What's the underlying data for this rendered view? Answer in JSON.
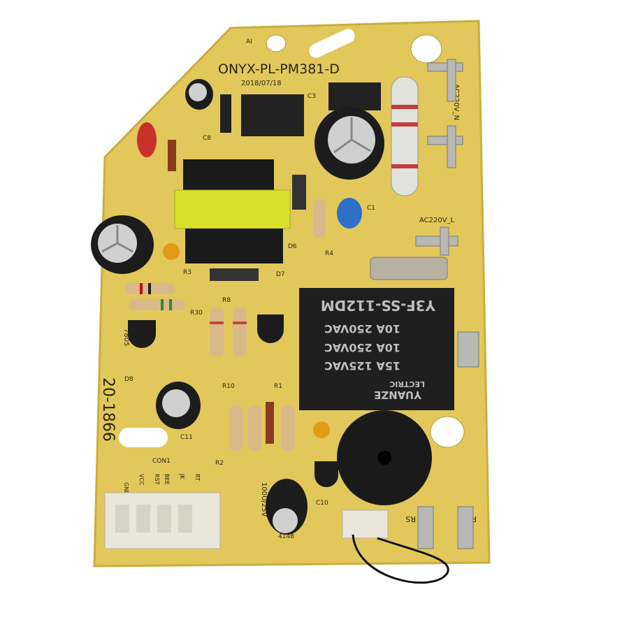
{
  "board": {
    "model": "ONYX-PL-PM381-D",
    "date": "2018/07/18",
    "side_code": "20-1866",
    "ac_n": "AC220V_N",
    "ac_l": "AC220V_L",
    "ref_a1": "AI",
    "cap_label": "100U/25V",
    "diode_label": "4148",
    "regulator_label": "7805",
    "connector": {
      "name": "CON1",
      "pins": [
        "GND",
        "VCC",
        "RST",
        "BEE",
        "JK",
        "RT"
      ]
    },
    "terminals": [
      "RS",
      "RT"
    ],
    "refs": [
      "C8",
      "C3",
      "C1",
      "R4",
      "D6",
      "D7",
      "R3",
      "R30",
      "R8",
      "R10",
      "R2",
      "C10",
      "D8",
      "R1",
      "C11"
    ]
  },
  "relay": {
    "model": "Y3F-SS-112DM",
    "ratings": [
      "10A 250VAC",
      "10A 250VAC",
      "15A 125VAC"
    ],
    "brand": "YUANZE",
    "brand_sub": "LECTRIC"
  },
  "colors": {
    "pcb": "#e2c85a",
    "pcb_dark": "#c9ad3f",
    "relay": "#1f1f1f",
    "transformer_core": "#d8e02a"
  }
}
